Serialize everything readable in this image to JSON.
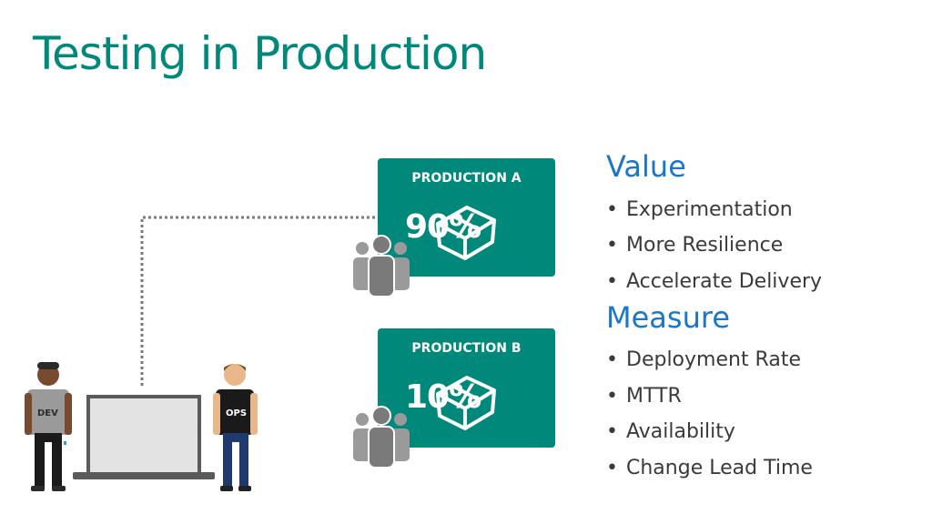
{
  "title": "Testing in Production",
  "productions": [
    {
      "label": "PRODUCTION A",
      "percent": "90%"
    },
    {
      "label": "PRODUCTION B",
      "percent": "10%"
    }
  ],
  "value": {
    "heading": "Value",
    "items": [
      "Experimentation",
      "More Resilience",
      "Accelerate Delivery"
    ]
  },
  "measure": {
    "heading": "Measure",
    "items": [
      "Deployment Rate",
      "MTTR",
      "Availability",
      "Change Lead Time"
    ]
  },
  "people": {
    "dev_label": "DEV",
    "ops_label": "OPS"
  },
  "colors": {
    "teal": "#00897b",
    "blue": "#1976c9",
    "gray_users": "#8a8a8a"
  }
}
